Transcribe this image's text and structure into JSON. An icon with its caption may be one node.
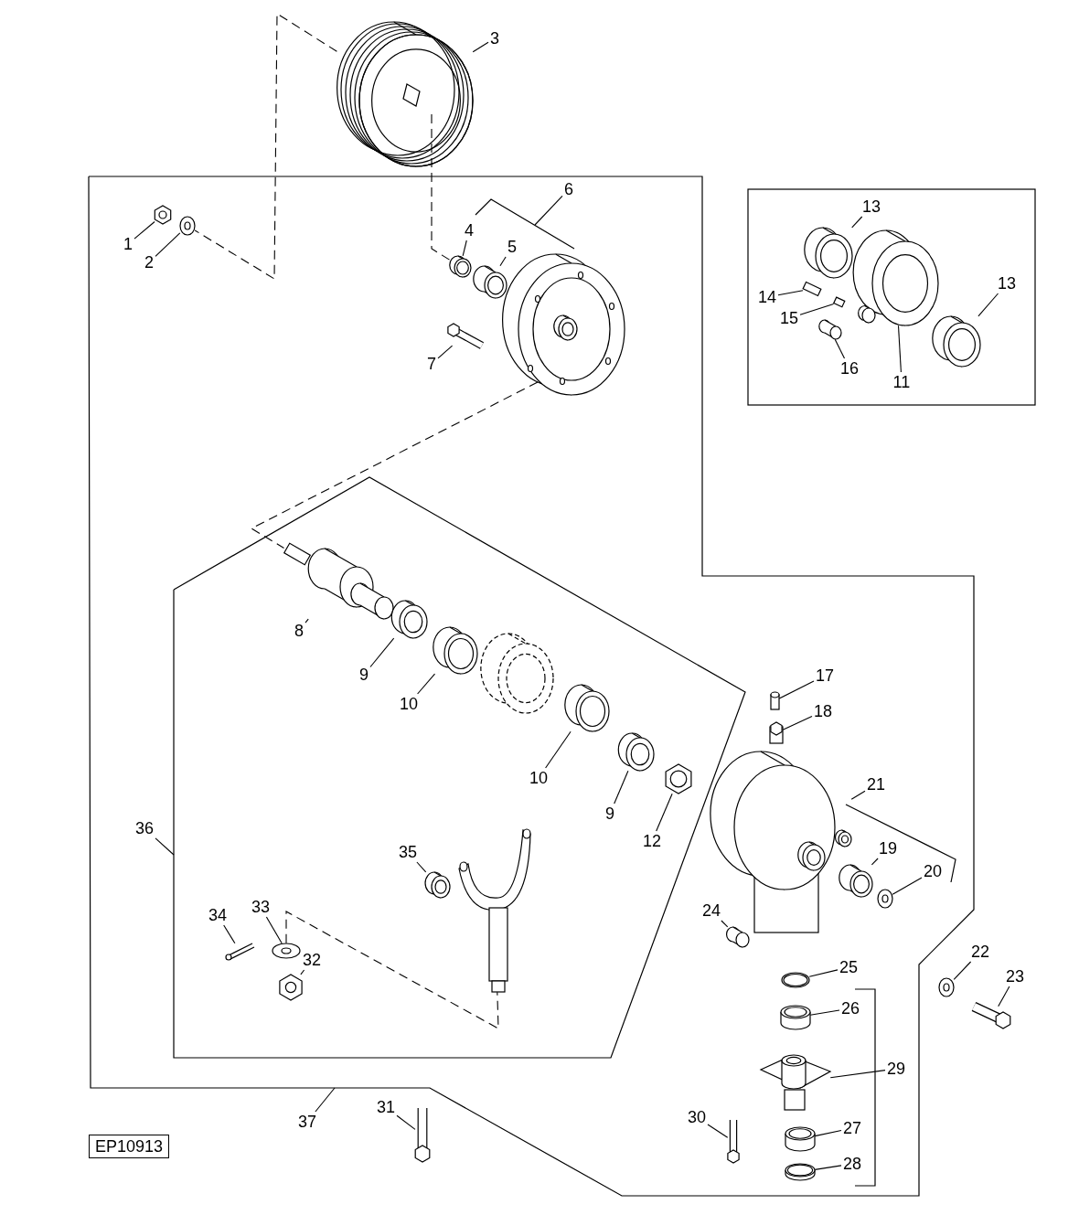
{
  "diagram": {
    "nodes": [
      {
        "text": [
          "3"
        ]
      },
      {
        "text": [
          "6"
        ]
      },
      {
        "text": [
          "13"
        ]
      },
      {
        "text": [
          "4"
        ]
      },
      {
        "text": [
          "1"
        ]
      },
      {
        "text": [
          "5"
        ]
      },
      {
        "text": [
          "2"
        ]
      },
      {
        "text": [
          "13"
        ]
      },
      {
        "text": [
          "14"
        ]
      },
      {
        "text": [
          "15"
        ]
      },
      {
        "text": [
          "7"
        ]
      },
      {
        "text": [
          "16"
        ]
      },
      {
        "text": [
          "11"
        ]
      },
      {
        "text": [
          "8"
        ]
      },
      {
        "text": [
          "9"
        ]
      },
      {
        "text": [
          "17"
        ]
      },
      {
        "text": [
          "10"
        ]
      },
      {
        "text": [
          "18"
        ]
      },
      {
        "text": [
          "10"
        ]
      },
      {
        "text": [
          "21"
        ]
      },
      {
        "text": [
          "9"
        ]
      },
      {
        "text": [
          "36"
        ]
      },
      {
        "text": [
          "12"
        ]
      },
      {
        "text": [
          "35"
        ]
      },
      {
        "text": [
          "19"
        ]
      },
      {
        "text": [
          "20"
        ]
      },
      {
        "text": [
          "34"
        ]
      },
      {
        "text": [
          "33"
        ]
      },
      {
        "text": [
          "24"
        ]
      },
      {
        "text": [
          "22"
        ]
      },
      {
        "text": [
          "32"
        ]
      },
      {
        "text": [
          "25"
        ]
      },
      {
        "text": [
          "23"
        ]
      },
      {
        "text": [
          "26"
        ]
      },
      {
        "text": [
          "29"
        ]
      },
      {
        "text": [
          "37"
        ]
      },
      {
        "text": [
          "31"
        ]
      },
      {
        "text": [
          "30"
        ]
      },
      {
        "text": [
          "27"
        ]
      },
      {
        "text": [
          "28"
        ]
      },
      {
        "text": [],
        "shape": "picture"
      },
      {
        "text": [],
        "shape": "picture"
      },
      {
        "text": [],
        "shape": "picture"
      },
      {
        "text": [],
        "shape": "picture"
      },
      {
        "text": [],
        "shape": "picture"
      },
      {
        "text": [],
        "shape": "bracket"
      },
      {
        "text": [],
        "shape": "picture"
      },
      {
        "text": [],
        "shape": "picture"
      },
      {
        "text": [],
        "shape": "picture"
      },
      {
        "text": [],
        "shape": "box"
      },
      {
        "text": [],
        "shape": "box"
      },
      {
        "text": [],
        "shape": "picture"
      },
      {
        "text": [],
        "shape": "picture"
      },
      {
        "text": [],
        "shape": "picture"
      },
      {
        "text": [],
        "shape": "picture"
      },
      {
        "text": [],
        "shape": "picture"
      },
      {
        "text": [],
        "shape": "picture"
      },
      {
        "text": [],
        "shape": "picture"
      },
      {
        "text": [],
        "shape": "picture"
      },
      {
        "text": [],
        "shape": "picture"
      },
      {
        "text": [],
        "shape": "box"
      },
      {
        "text": [],
        "shape": "box"
      },
      {
        "text": [],
        "shape": "picture"
      },
      {
        "text": [],
        "shape": "picture"
      },
      {
        "text": [],
        "shape": "picture"
      },
      {
        "text": [],
        "shape": "picture"
      },
      {
        "text": [],
        "shape": "picture"
      },
      {
        "text": [],
        "shape": "picture"
      },
      {
        "text": [],
        "shape": "picture"
      },
      {
        "text": [],
        "shape": "picture"
      },
      {
        "text": [],
        "shape": "picture"
      },
      {
        "text": [],
        "shape": "picture"
      },
      {
        "text": [],
        "shape": "cylinder"
      },
      {
        "text": [],
        "shape": "picture"
      },
      {
        "text": [],
        "shape": "cylinder"
      },
      {
        "text": [],
        "shape": "picture"
      },
      {
        "text": [],
        "shape": "picture"
      },
      {
        "text": [],
        "shape": "picture"
      },
      {
        "text": [],
        "shape": "picture"
      },
      {
        "text": [],
        "shape": "picture"
      }
    ],
    "edges": [
      {
        "from": 0,
        "to": 40,
        "arrow": "none"
      },
      {
        "from": 1,
        "to": 45,
        "arrow": "none"
      },
      {
        "from": 2,
        "to": 48,
        "arrow": "none"
      },
      {
        "from": 3,
        "to": 43,
        "arrow": "none"
      },
      {
        "from": 4,
        "to": 41,
        "arrow": "none"
      },
      {
        "from": 5,
        "to": 44,
        "arrow": "none"
      },
      {
        "from": 6,
        "to": 42,
        "arrow": "none"
      },
      {
        "from": 7,
        "to": 53,
        "arrow": "none"
      },
      {
        "from": 8,
        "to": 49,
        "arrow": "none"
      },
      {
        "from": 9,
        "to": 50,
        "arrow": "none"
      },
      {
        "from": 10,
        "to": 47,
        "arrow": "none"
      },
      {
        "from": 11,
        "to": 51,
        "arrow": "none"
      },
      {
        "from": 12,
        "to": 52,
        "arrow": "none"
      },
      {
        "from": 13,
        "to": 54,
        "arrow": "none"
      },
      {
        "from": 14,
        "to": 55,
        "arrow": "none"
      },
      {
        "from": 15,
        "to": 60,
        "arrow": "none"
      },
      {
        "from": 16,
        "to": 56,
        "arrow": "none"
      },
      {
        "from": 17,
        "to": 61,
        "arrow": "none"
      },
      {
        "from": 18,
        "to": 57,
        "arrow": "none"
      },
      {
        "from": 19,
        "to": 62,
        "arrow": "none"
      },
      {
        "from": 20,
        "to": 58,
        "arrow": "none"
      },
      {
        "from": 21,
        "to": null,
        "arrow": "none"
      },
      {
        "from": 22,
        "to": 59,
        "arrow": "none"
      },
      {
        "from": 23,
        "to": 66,
        "arrow": "none"
      },
      {
        "from": 24,
        "to": 63,
        "arrow": "none"
      },
      {
        "from": 25,
        "to": 64,
        "arrow": "none"
      },
      {
        "from": 26,
        "to": 68,
        "arrow": "none"
      },
      {
        "from": 27,
        "to": 69,
        "arrow": "none"
      },
      {
        "from": 28,
        "to": 65,
        "arrow": "none"
      },
      {
        "from": 29,
        "to": 76,
        "arrow": "none"
      },
      {
        "from": 30,
        "to": 70,
        "arrow": "none"
      },
      {
        "from": 31,
        "to": 71,
        "arrow": "none"
      },
      {
        "from": 32,
        "to": 77,
        "arrow": "none"
      },
      {
        "from": 33,
        "to": 72,
        "arrow": "none"
      },
      {
        "from": 34,
        "to": 73,
        "arrow": "none"
      },
      {
        "from": 35,
        "to": null,
        "arrow": "none"
      },
      {
        "from": 36,
        "to": 79,
        "arrow": "none"
      },
      {
        "from": 37,
        "to": 78,
        "arrow": "none"
      },
      {
        "from": 38,
        "to": 74,
        "arrow": "none"
      },
      {
        "from": 39,
        "to": 75,
        "arrow": "none"
      },
      {
        "from": 40,
        "to": 42,
        "arrow": "none",
        "style": "dashed"
      },
      {
        "from": 40,
        "to": 43,
        "arrow": "none",
        "style": "dashed"
      },
      {
        "from": 46,
        "to": 54,
        "arrow": "none",
        "style": "dashed"
      },
      {
        "from": 69,
        "to": 67,
        "arrow": "none",
        "style": "dashed"
      }
    ],
    "labels": [
      "EP10913"
    ]
  }
}
